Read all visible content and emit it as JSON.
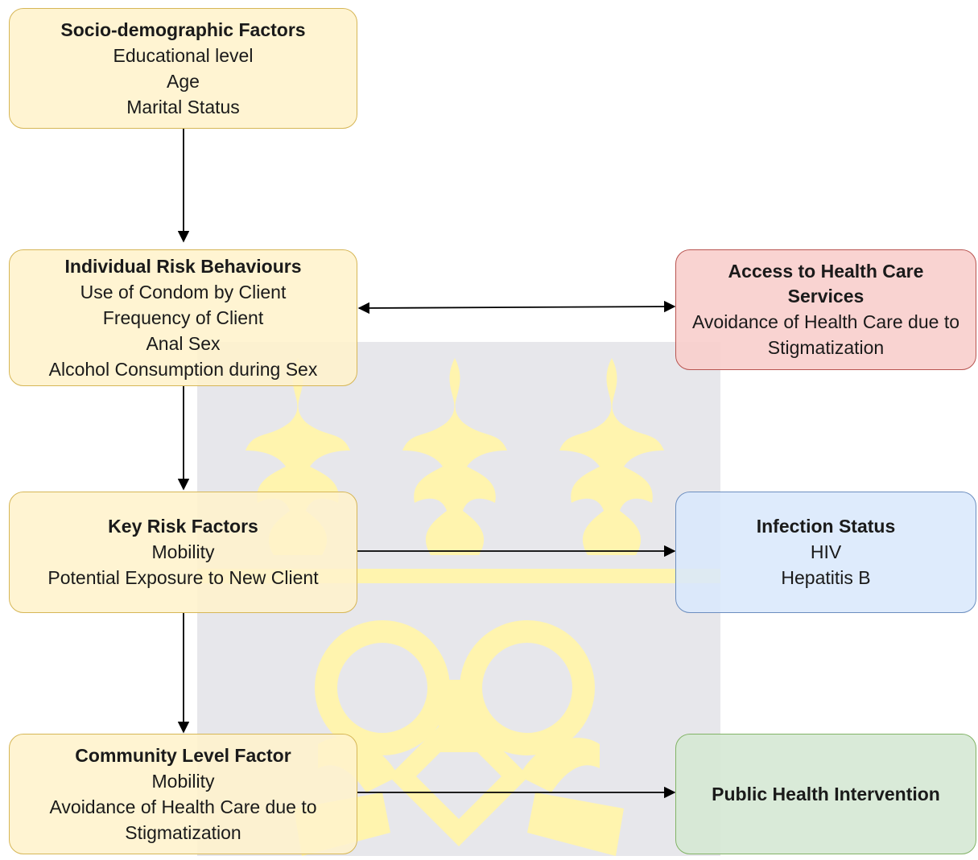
{
  "boxes": {
    "socio": {
      "title": "Socio-demographic Factors",
      "lines": [
        "Educational level",
        "Age",
        "Marital Status"
      ]
    },
    "individual": {
      "title": "Individual Risk Behaviours",
      "lines": [
        "Use of Condom by Client",
        "Frequency of Client",
        "Anal Sex",
        "Alcohol Consumption during Sex"
      ]
    },
    "access": {
      "title": "Access to Health Care Services",
      "lines": [
        "Avoidance of Health Care due to Stigmatization"
      ]
    },
    "key": {
      "title": "Key Risk Factors",
      "lines": [
        "Mobility",
        "Potential Exposure to New Client"
      ]
    },
    "infection": {
      "title": "Infection Status",
      "lines": [
        "HIV",
        "Hepatitis B"
      ]
    },
    "community": {
      "title": "Community Level Factor",
      "lines": [
        "Mobility",
        "Avoidance of Health Care due to Stigmatization"
      ]
    },
    "public": {
      "title": "Public Health Intervention",
      "lines": []
    }
  },
  "colors": {
    "yellow_fill": "#fff2cc",
    "red_fill": "#f8cecc",
    "blue_fill": "#dae8fc",
    "green_fill": "#d5e8d4",
    "arrow": "#000000"
  }
}
